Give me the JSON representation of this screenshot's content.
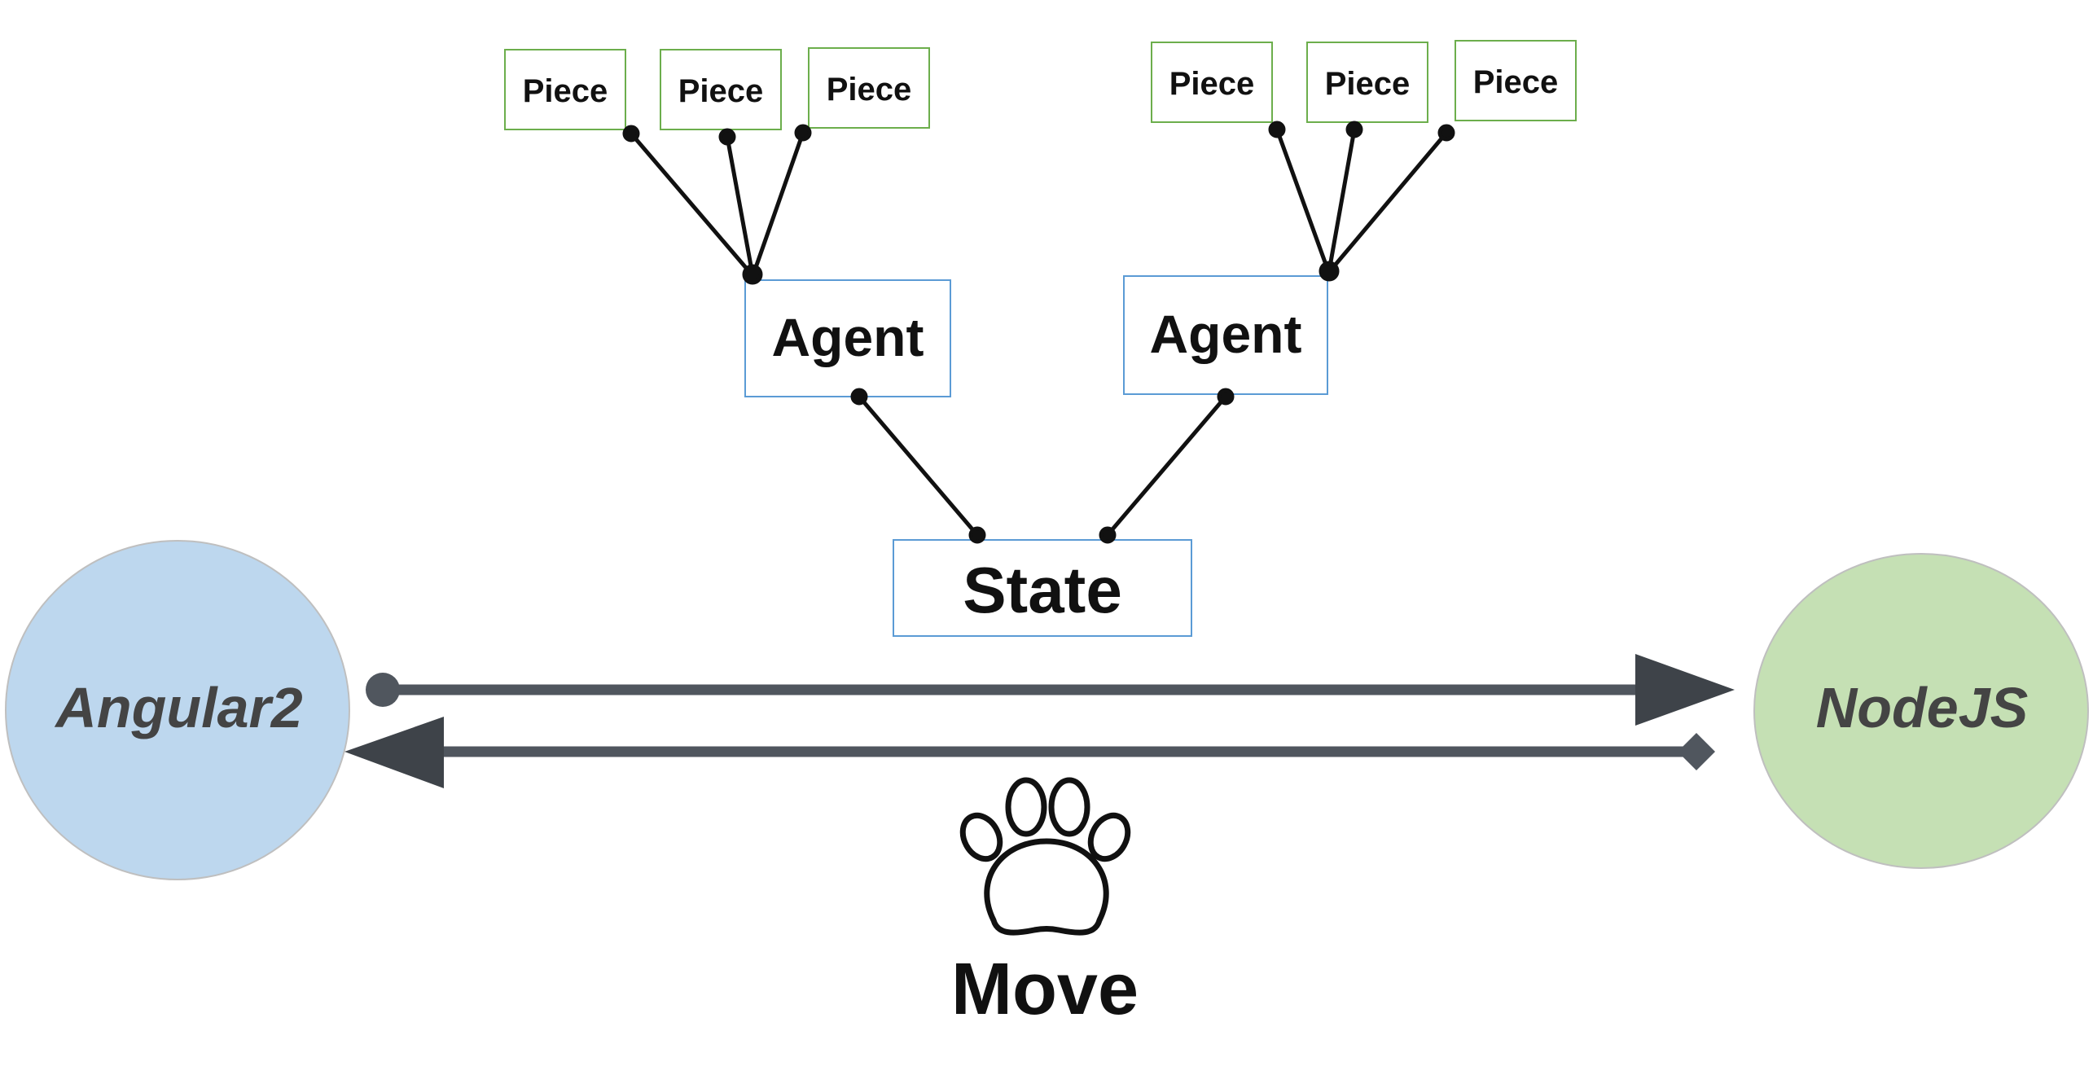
{
  "colors": {
    "piece_border": "#6cae4c",
    "box_border": "#5b9bd5",
    "connector": "#111111",
    "angular_fill": "#bdd7ee",
    "node_fill": "#c5e0b4",
    "arrow": "#50565e",
    "label_text": "#444444"
  },
  "pieces_left": [
    {
      "label": "Piece"
    },
    {
      "label": "Piece"
    },
    {
      "label": "Piece"
    }
  ],
  "pieces_right": [
    {
      "label": "Piece"
    },
    {
      "label": "Piece"
    },
    {
      "label": "Piece"
    }
  ],
  "agent_left": {
    "label": "Agent"
  },
  "agent_right": {
    "label": "Agent"
  },
  "state": {
    "label": "State"
  },
  "client": {
    "label": "Angular2"
  },
  "server": {
    "label": "NodeJS"
  },
  "move": {
    "label": "Move",
    "icon": "paw-print-icon"
  }
}
